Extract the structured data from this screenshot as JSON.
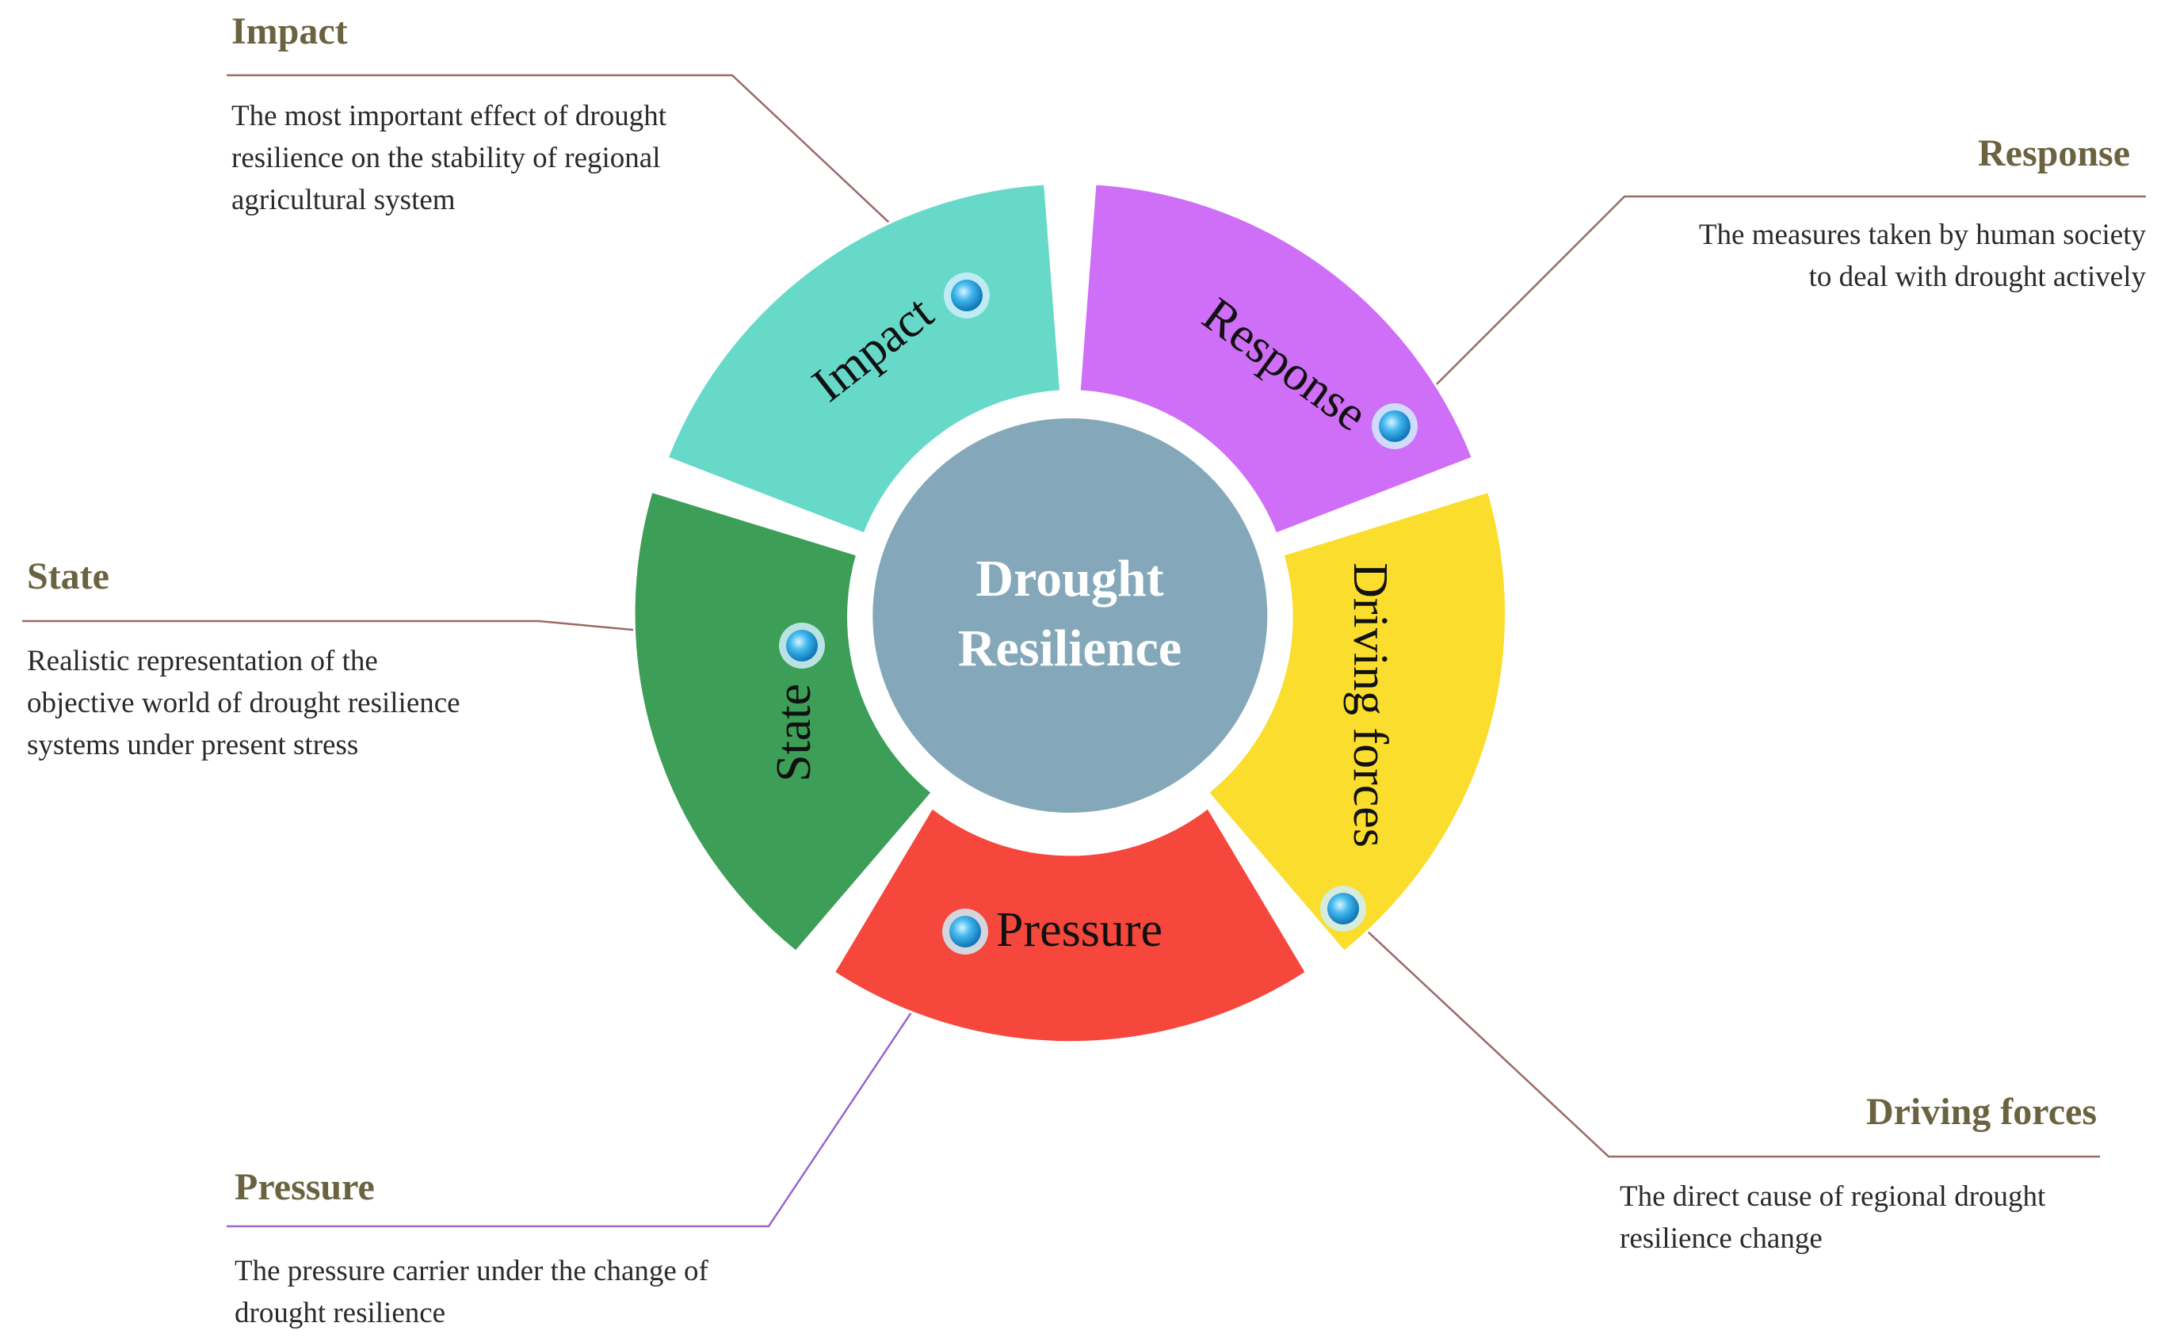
{
  "center": {
    "line1": "Drought",
    "line2": "Resilience",
    "color": "#84a8ba"
  },
  "segments": [
    {
      "key": "impact",
      "label": "Impact",
      "color": "#67d9c9"
    },
    {
      "key": "response",
      "label": "Response",
      "color": "#cf6ef7"
    },
    {
      "key": "driving",
      "label": "Driving forces",
      "color": "#fadd2d"
    },
    {
      "key": "pressure",
      "label": "Pressure",
      "color": "#f5473b"
    },
    {
      "key": "state",
      "label": "State",
      "color": "#3c9e57"
    }
  ],
  "callouts": {
    "impact": {
      "title": "Impact",
      "lines": [
        "The most important effect of drought",
        "resilience on the stability of regional",
        "agricultural system"
      ]
    },
    "response": {
      "title": "Response",
      "lines": [
        "The measures taken by human society",
        "to deal with drought actively"
      ]
    },
    "state": {
      "title": "State",
      "lines": [
        "Realistic representation of the",
        "objective world of drought resilience",
        "systems under present stress"
      ]
    },
    "driving": {
      "title": "Driving forces",
      "lines": [
        "The direct cause of regional drought",
        "resilience change"
      ]
    },
    "pressure": {
      "title": "Pressure",
      "lines": [
        "The pressure carrier under the change of",
        "drought resilience"
      ]
    }
  },
  "colors": {
    "callout_title": "#6b6340",
    "leader_line": "#9a6a66",
    "pressure_leader_line": "#9966cc",
    "marker": "#2aa8e6"
  }
}
